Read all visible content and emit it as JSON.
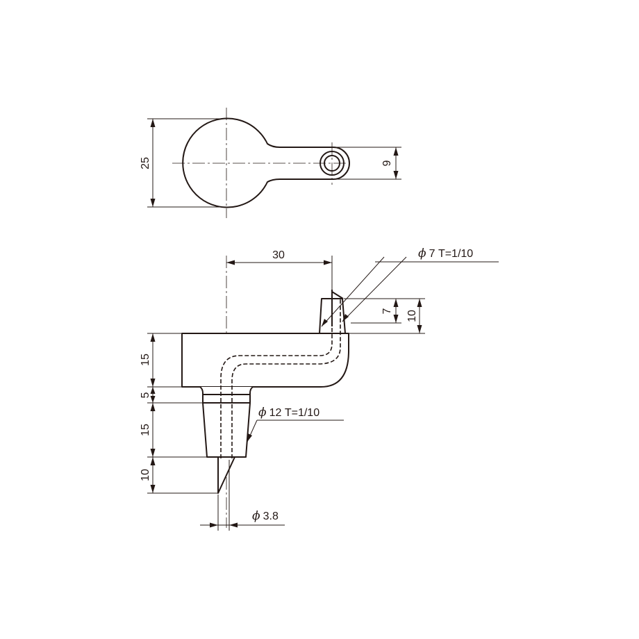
{
  "top_view": {
    "dims": {
      "overall_width": "25",
      "tab_width": "9"
    }
  },
  "front_view": {
    "dims": {
      "length": "30",
      "upper_taper_phi": "ϕ",
      "upper_taper": "7 T=1/10",
      "upper_taper_height": "7",
      "upper_post_height": "10",
      "body_height": "15",
      "collar_height": "5",
      "lower_taper_height": "15",
      "tip_height": "10",
      "lower_taper_phi": "ϕ",
      "lower_taper": "12 T=1/10",
      "bore_phi": "ϕ",
      "bore": "3.8"
    }
  },
  "colors": {
    "line": "#231815",
    "background": "#ffffff"
  }
}
